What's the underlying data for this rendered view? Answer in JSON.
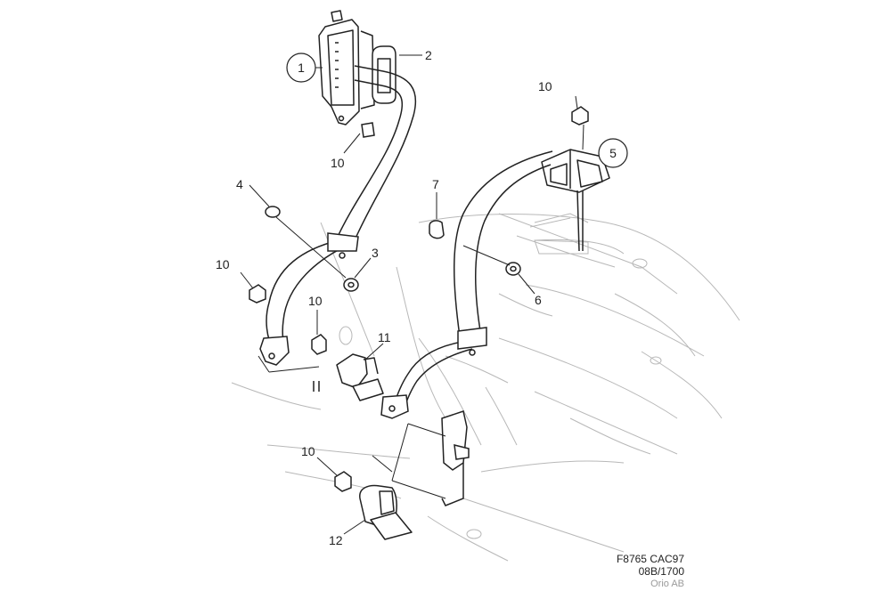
{
  "callouts": {
    "c1": "1",
    "c2": "2",
    "c3": "3",
    "c4": "4",
    "c5": "5",
    "c6": "6",
    "c7": "7",
    "c10a": "10",
    "c10b": "10",
    "c10c": "10",
    "c10d": "10",
    "c10e": "10",
    "c11": "11",
    "c12": "12"
  },
  "reference": {
    "code": "F8765 CAC97",
    "date": "08B/1700",
    "owner": "Orio AB"
  },
  "colors": {
    "line": "#222222",
    "background_detail": "#b0b0b0",
    "owner_text": "#9a9a9a"
  }
}
